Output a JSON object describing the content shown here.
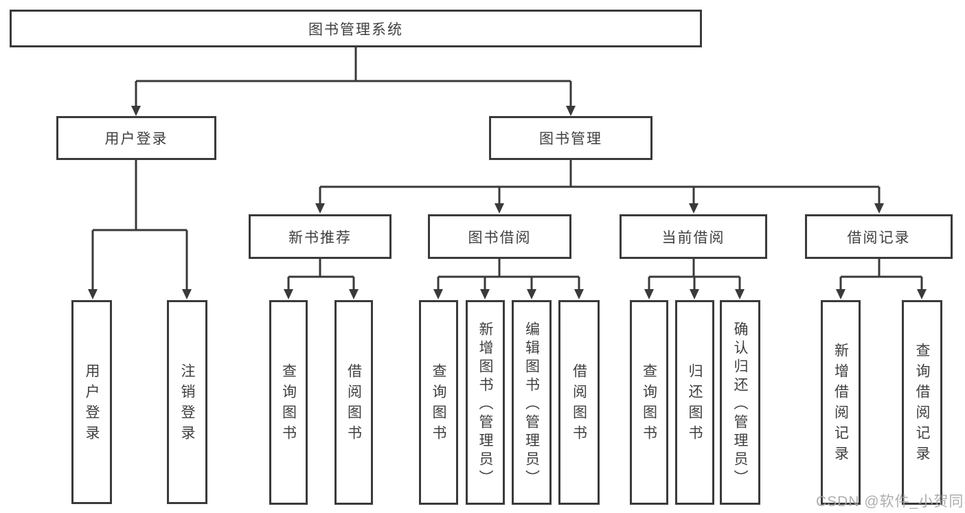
{
  "tree": {
    "label": "图书管理系统",
    "children": [
      {
        "label": "用户登录",
        "children": [
          {
            "label": "用户登录"
          },
          {
            "label": "注销登录"
          }
        ]
      },
      {
        "label": "图书管理",
        "children": [
          {
            "label": "新书推荐",
            "children": [
              {
                "label": "查询图书"
              },
              {
                "label": "借阅图书"
              }
            ]
          },
          {
            "label": "图书借阅",
            "children": [
              {
                "label": "查询图书"
              },
              {
                "label": "新增图书（管理员）"
              },
              {
                "label": "编辑图书（管理员）"
              },
              {
                "label": "借阅图书"
              }
            ]
          },
          {
            "label": "当前借阅",
            "children": [
              {
                "label": "查询图书"
              },
              {
                "label": "归还图书"
              },
              {
                "label": "确认归还（管理员）"
              }
            ]
          },
          {
            "label": "借阅记录",
            "children": [
              {
                "label": "新增借阅记录"
              },
              {
                "label": "查询借阅记录"
              }
            ]
          }
        ]
      }
    ]
  },
  "watermark": {
    "text": "CSDN @软件_小贺同学"
  },
  "colors": {
    "line": "#3a3a3a",
    "border": "#3a3a3a",
    "text": "#3f3f3f",
    "watermark": "#a5a5a5",
    "background": "#ffffff"
  }
}
